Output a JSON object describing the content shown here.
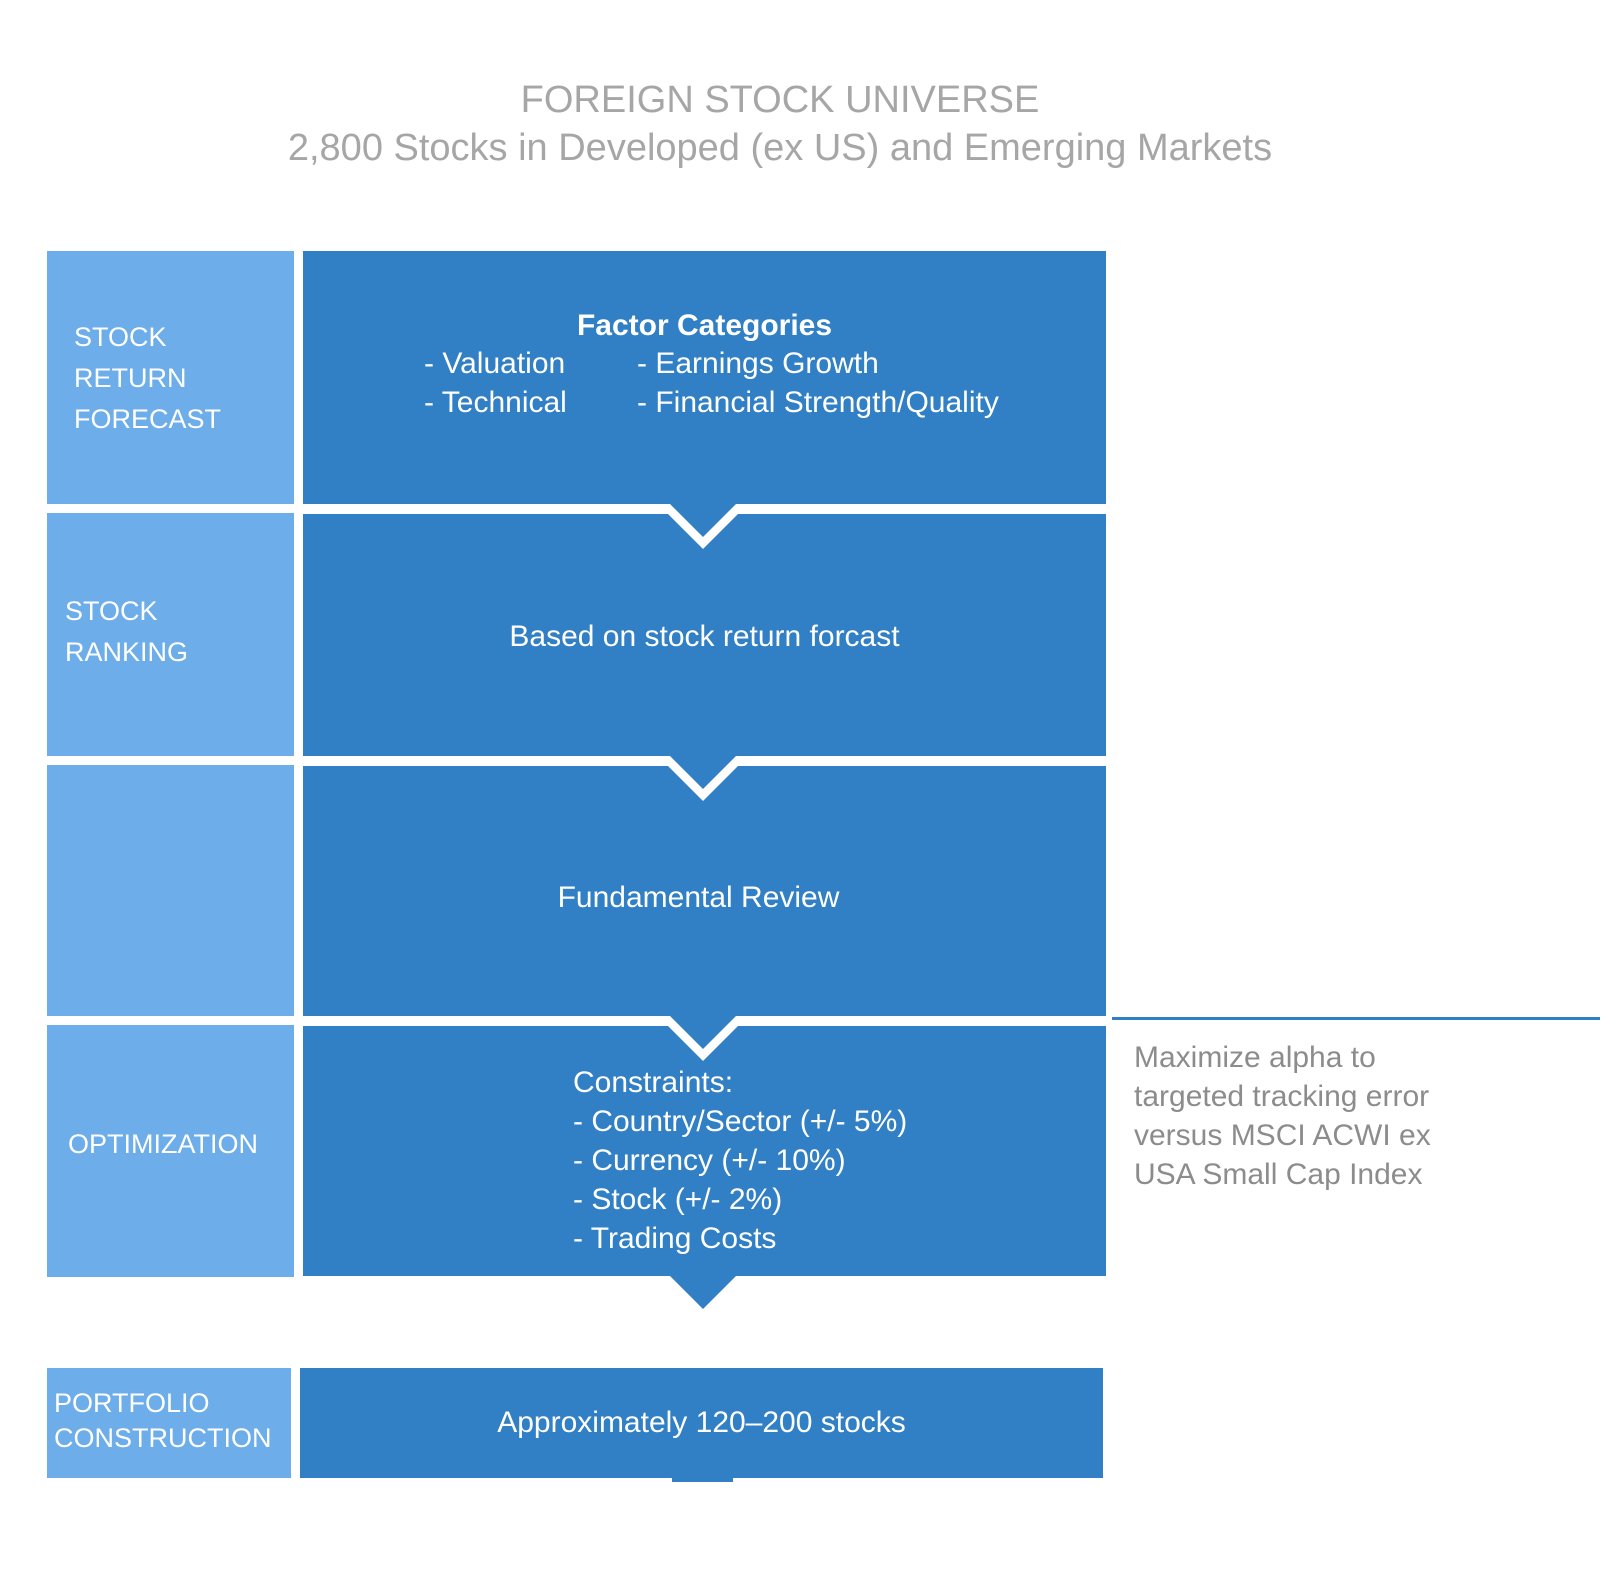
{
  "header": {
    "title": "FOREIGN STOCK UNIVERSE",
    "subtitle": "2,800 Stocks in Developed (ex US) and Emerging Markets"
  },
  "stages": {
    "forecast": {
      "label": "STOCK\nRETURN\nFORECAST",
      "heading": "Factor Categories",
      "factors_left": [
        "- Valuation",
        "- Technical"
      ],
      "factors_right": [
        "- Earnings Growth",
        "- Financial Strength/Quality"
      ]
    },
    "ranking": {
      "label": "STOCK\nRANKING",
      "text": "Based on stock return forcast"
    },
    "review": {
      "label": "",
      "text": "Fundamental Review"
    },
    "optimization": {
      "label": "OPTIMIZATION",
      "constraints": [
        "Constraints:",
        "- Country/Sector (+/- 5%)",
        "- Currency (+/- 10%)",
        "- Stock (+/- 2%)",
        "- Trading Costs"
      ]
    },
    "portfolio": {
      "label": "PORTFOLIO\nCONSTRUCTION",
      "text": "Approximately 120–200 stocks"
    }
  },
  "side_note": {
    "text": "Maximize alpha to\ntargeted tracking error\nversus MSCI ACWI ex\nUSA Small Cap Index"
  },
  "colors": {
    "label_blue": "#6cadea",
    "main_blue": "#317fc4",
    "title_gray": "#a6a6a6",
    "note_gray": "#8c8c8c"
  }
}
